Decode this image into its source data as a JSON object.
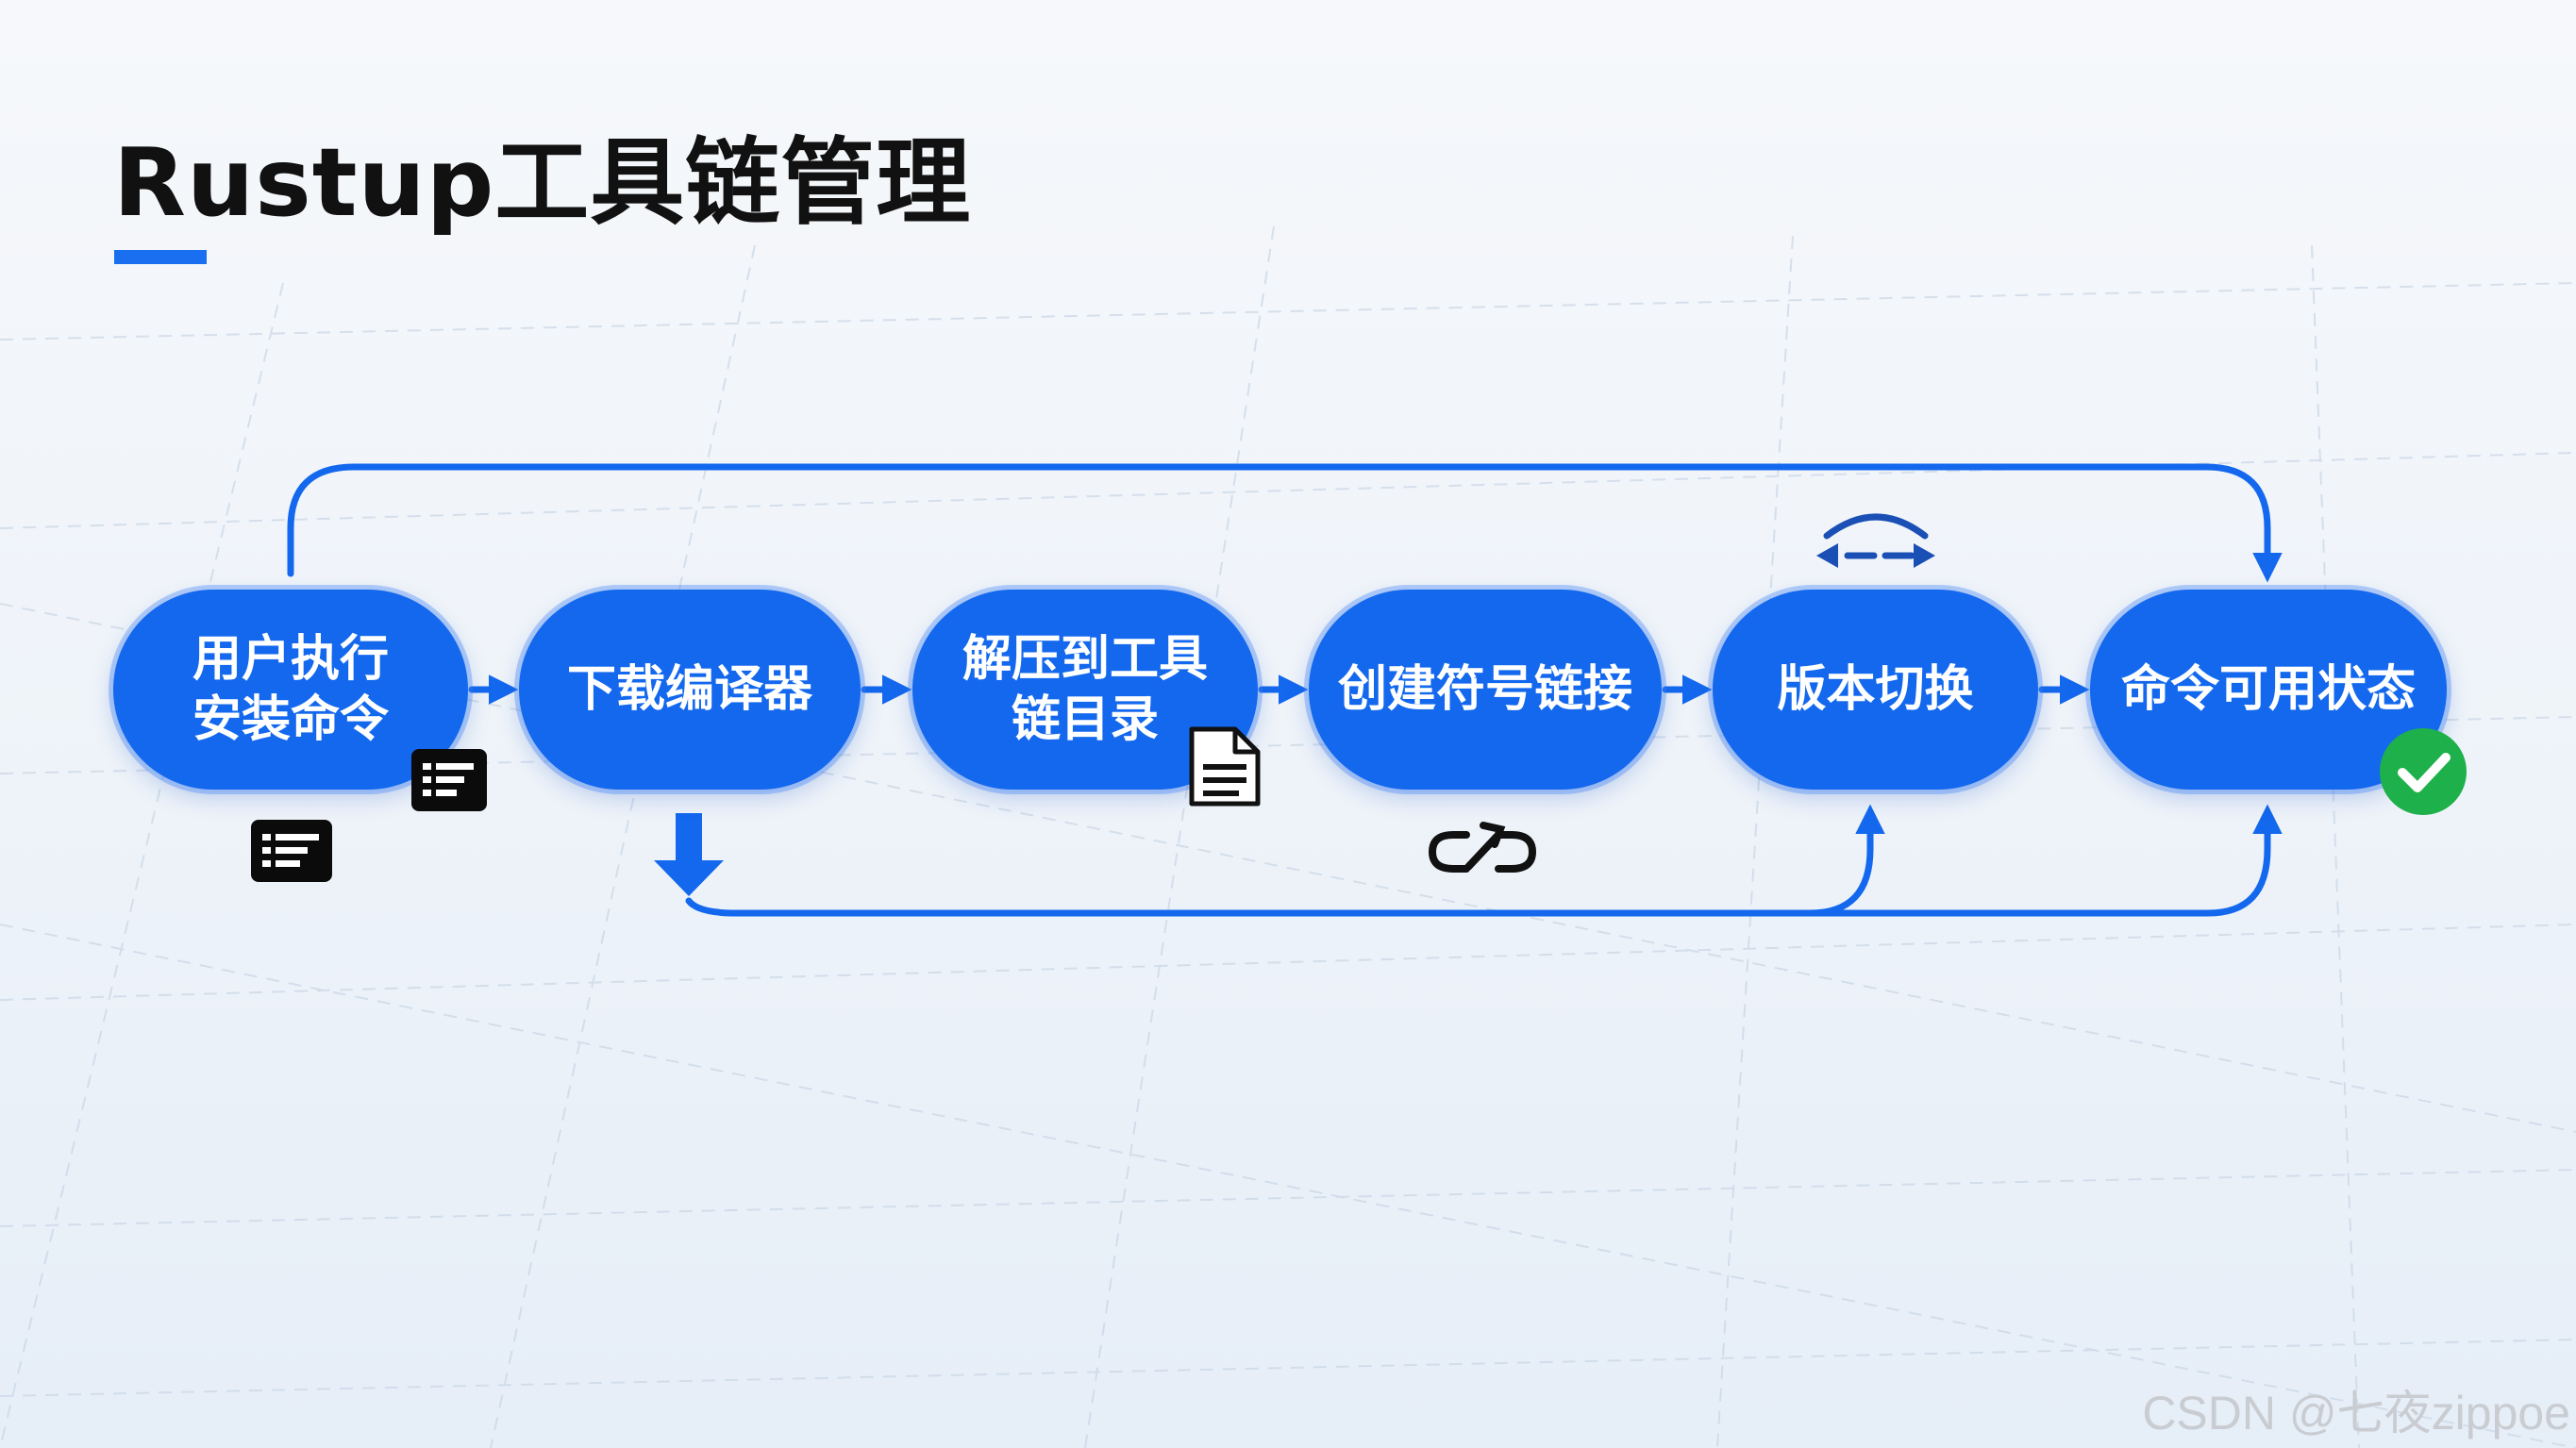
{
  "title": "Rustup工具链管理",
  "accent_color": "#1a6ef0",
  "node_color": "#1368ee",
  "nodes": [
    {
      "id": "n1",
      "label": "用户执行\n安装命令"
    },
    {
      "id": "n2",
      "label": "下载编译器"
    },
    {
      "id": "n3",
      "label": "解压到工具\n链目录"
    },
    {
      "id": "n4",
      "label": "创建符号链接"
    },
    {
      "id": "n5",
      "label": "版本切换"
    },
    {
      "id": "n6",
      "label": "命令可用状态"
    }
  ],
  "icons": [
    "terminal-icon",
    "terminal-icon",
    "document-icon",
    "link-icon",
    "swap-arrows-icon",
    "check-circle-icon",
    "download-arrow-icon"
  ],
  "watermark": "CSDN @七夜zippoe"
}
